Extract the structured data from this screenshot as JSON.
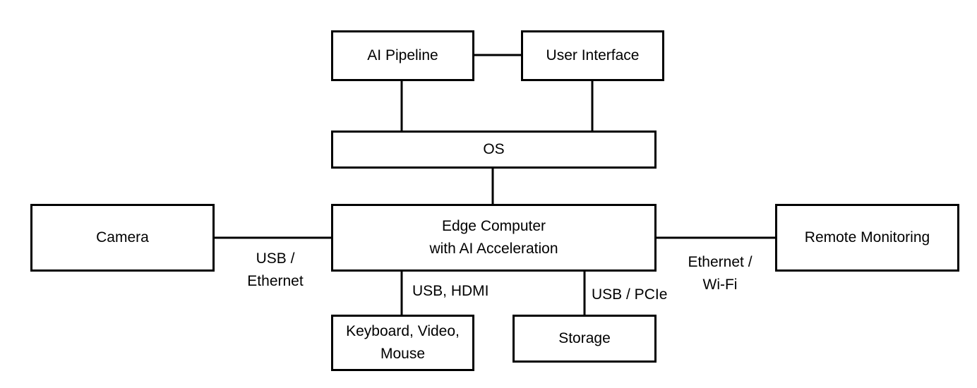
{
  "diagram": {
    "nodes": {
      "ai_pipeline": "AI Pipeline",
      "user_interface": "User Interface",
      "os": "OS",
      "camera": "Camera",
      "edge_computer": "Edge Computer\nwith AI Acceleration",
      "remote_monitoring": "Remote Monitoring",
      "kvm": "Keyboard, Video,\nMouse",
      "storage": "Storage"
    },
    "edges": {
      "camera_link": "USB /\nEthernet",
      "kvm_link": "USB, HDMI",
      "storage_link": "USB / PCIe",
      "remote_link": "Ethernet /\nWi-Fi"
    }
  }
}
